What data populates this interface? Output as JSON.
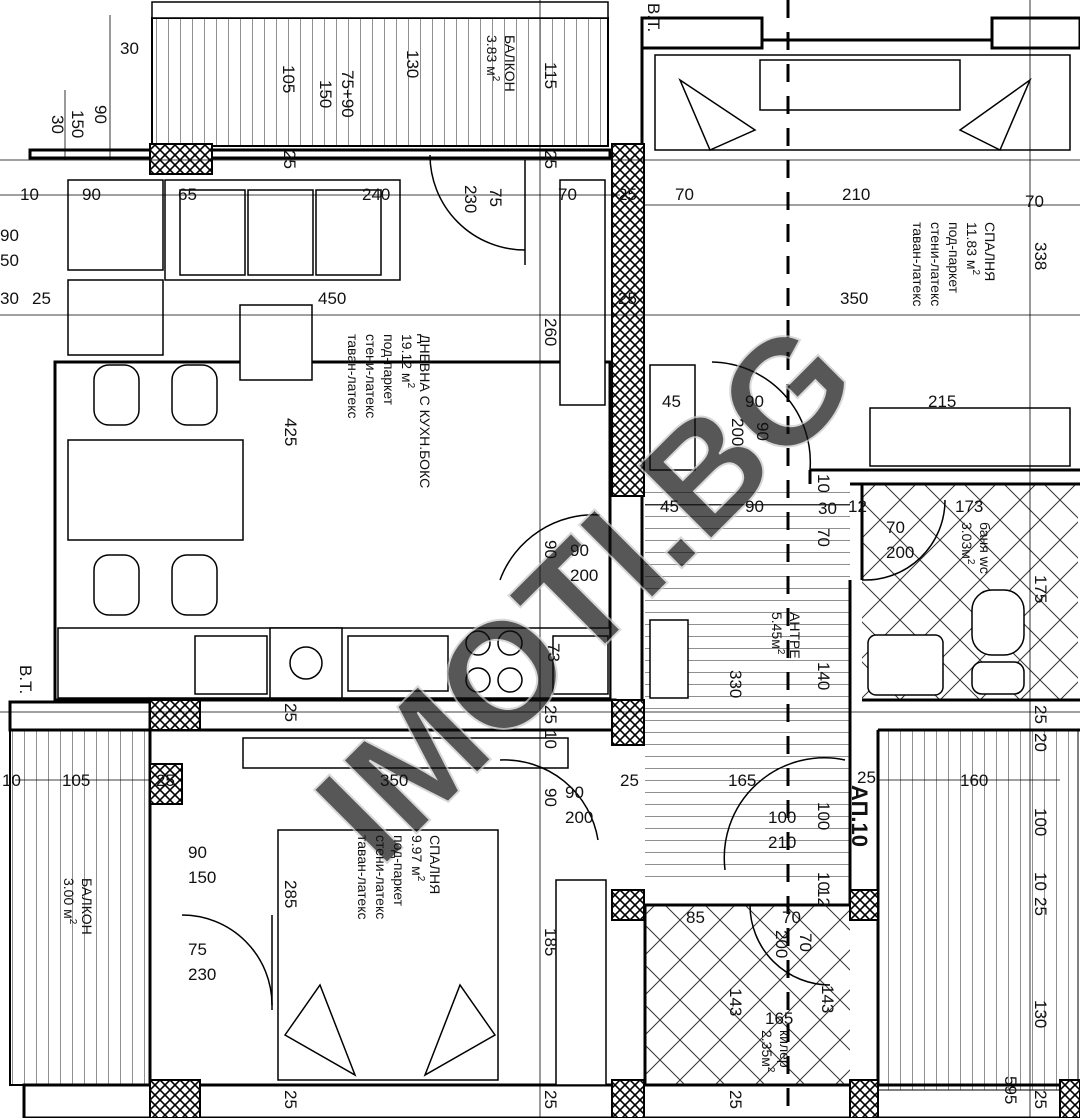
{
  "apartment_label": "АП.10",
  "watermark": "IMOTI.BG",
  "top_note": "В.Т.",
  "left_note": "В.Т.",
  "rooms": {
    "living": {
      "name": "ДНЕВНА С КУХН.БОКС",
      "area": "19.12 м",
      "floor": "под-паркет",
      "walls": "стени-латекс",
      "ceiling": "таван-латекс"
    },
    "bedroom_top": {
      "name": "СПАЛНЯ",
      "area": "11.83 м",
      "floor": "под-паркет",
      "walls": "стени-латекс",
      "ceiling": "таван-латекс"
    },
    "bedroom_bottom": {
      "name": "СПАЛНЯ",
      "area": "9.97 м",
      "floor": "под-паркет",
      "walls": "стени-латекс",
      "ceiling": "таван-латекс"
    },
    "balcony_top": {
      "name": "БАЛКОН",
      "area": "3.83 м"
    },
    "balcony_left": {
      "name": "БАЛКОН",
      "area": "3.00 м"
    },
    "bath": {
      "name": "баня wc",
      "area": "3.03м"
    },
    "hall": {
      "name": "АНТРЕ",
      "area": "5.45м"
    },
    "storage": {
      "name": "килер",
      "area": "2.35м"
    }
  },
  "sup2": "2",
  "dims": {
    "d30a": "30",
    "d105": "105",
    "d7590": "75+90",
    "d150a": "150",
    "d130a": "130",
    "d115": "115",
    "d150b": "150",
    "d30b": "30",
    "d90a": "90",
    "d10a": "10",
    "d90b": "90",
    "d65": "65",
    "d240": "240",
    "d25a": "25",
    "d75a": "75",
    "d230a": "230",
    "d70a": "70",
    "d25b": "25",
    "d25c": "25",
    "d70b": "70",
    "d210": "210",
    "d70c": "70",
    "d338": "338",
    "d90c": "90",
    "d50": "50",
    "d30c": "30",
    "d25d": "25",
    "d450": "450",
    "d25e": "25",
    "d350a": "350",
    "d260": "260",
    "d45a": "45",
    "d90d": "90",
    "d200a": "200",
    "d90e": "90",
    "d215": "215",
    "d425": "425",
    "d45b": "45",
    "d90f": "90",
    "d10b": "10",
    "d30d": "30",
    "d173": "173",
    "d12a": "12",
    "d70d": "70",
    "d70e": "70",
    "d200b": "200",
    "d90g": "90",
    "d90h": "90",
    "d200c": "200",
    "d175": "175",
    "d73": "73",
    "d140": "140",
    "d330": "330",
    "d25f": "25",
    "d25g": "25",
    "d10c": "10",
    "d25h": "25",
    "d20a": "20",
    "d10d": "10",
    "d105b": "105",
    "d25i": "25",
    "d350b": "350",
    "d90i": "90",
    "d200d": "200",
    "d90j": "90",
    "d25j": "25",
    "d165a": "165",
    "d25k": "25",
    "d160": "160",
    "d100a": "100",
    "d210b": "210",
    "d100b": "100",
    "d100c": "100",
    "d90k": "90",
    "d150c": "150",
    "d285": "285",
    "d85": "85",
    "d10e": "10",
    "d12b": "12",
    "d10f": "10",
    "d25l": "25",
    "d70f": "70",
    "d70g": "70",
    "d75b": "75",
    "d230b": "230",
    "d185": "185",
    "d143a": "143",
    "d200e": "200",
    "d143b": "143",
    "d165b": "165",
    "d130b": "130",
    "d25m": "25",
    "d25n": "25",
    "d25o": "25",
    "d595": "595",
    "d25p": "25"
  }
}
